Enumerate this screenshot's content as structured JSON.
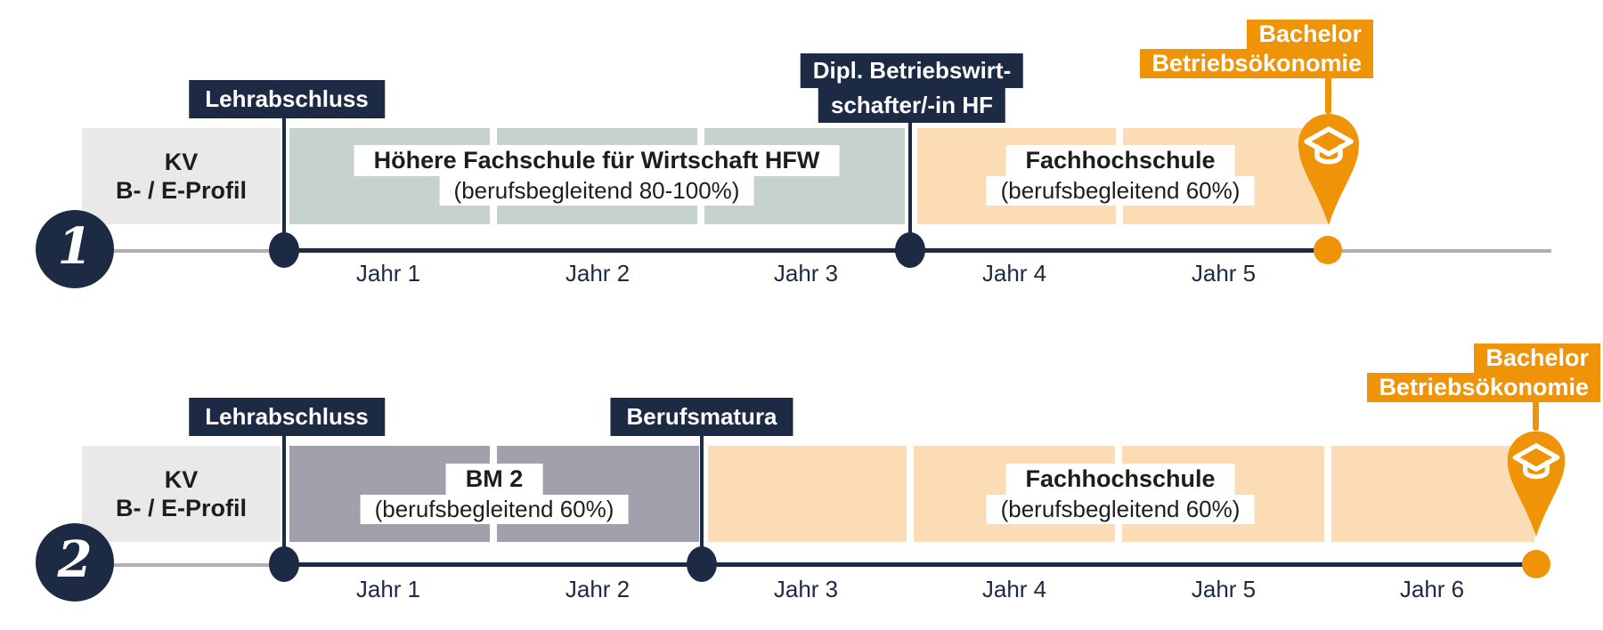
{
  "colors": {
    "navy": "#1c2a44",
    "orange": "#ef9309",
    "sage": "#c6d2cd",
    "peach": "#fbdcb4",
    "bm_gray": "#a3a0ae",
    "kv_gray": "#eae9e7",
    "line_gray": "#b1b0ba",
    "text_dark": "#1d1d1b"
  },
  "p1": {
    "number": "1",
    "kv_title": "KV",
    "kv_subtitle": "B- / E-Profil",
    "lehrabschluss_label": "Lehrabschluss",
    "stage1_title": "Höhere Fachschule für Wirtschaft HFW",
    "stage1_subtitle": "(berufsbegleitend 80-100%)",
    "mid_label_line1": "Dipl. Betriebswirt-",
    "mid_label_line2": "schafter/-in HF",
    "stage2_title": "Fachhochschule",
    "stage2_subtitle": "(berufsbegleitend 60%)",
    "bachelor_line1": "Bachelor",
    "bachelor_line2": "Betriebsökonomie",
    "years": [
      "Jahr 1",
      "Jahr 2",
      "Jahr 3",
      "Jahr 4",
      "Jahr 5"
    ]
  },
  "p2": {
    "number": "2",
    "kv_title": "KV",
    "kv_subtitle": "B- / E-Profil",
    "lehrabschluss_label": "Lehrabschluss",
    "stage1_title": "BM 2",
    "stage1_subtitle": "(berufsbegleitend 60%)",
    "mid_label": "Berufsmatura",
    "stage2_title": "Fachhochschule",
    "stage2_subtitle": "(berufsbegleitend 60%)",
    "bachelor_line1": "Bachelor",
    "bachelor_line2": "Betriebsökonomie",
    "years": [
      "Jahr 1",
      "Jahr 2",
      "Jahr 3",
      "Jahr 4",
      "Jahr 5",
      "Jahr 6"
    ]
  }
}
